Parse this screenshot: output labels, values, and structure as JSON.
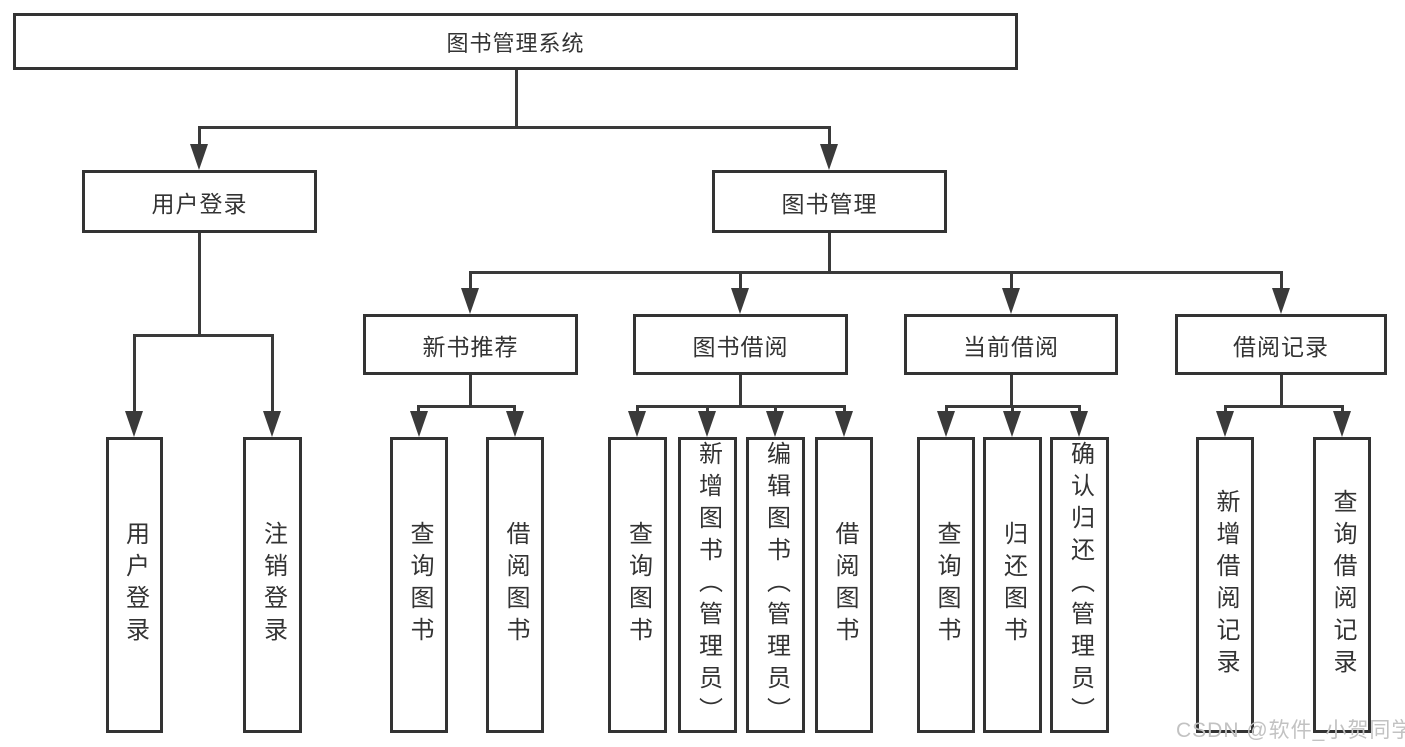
{
  "diagram": {
    "title": "图书管理系统",
    "type": "hierarchy-tree"
  },
  "nodes": {
    "root": "图书管理系统",
    "user_login": "用户登录",
    "book_mgmt": "图书管理",
    "new_books": "新书推荐",
    "book_borrow": "图书借阅",
    "current_borrow": "当前借阅",
    "borrow_records": "借阅记录",
    "leaves": {
      "user_login": [
        "用户登录",
        "注销登录"
      ],
      "new_books": [
        "查询图书",
        "借阅图书"
      ],
      "book_borrow": [
        "查询图书",
        "新增图书（管理员）",
        "编辑图书（管理员）",
        "借阅图书"
      ],
      "current_borrow": [
        "查询图书",
        "归还图书",
        "确认归还（管理员）"
      ],
      "borrow_records": [
        "新增借阅记录",
        "查询借阅记录"
      ]
    }
  },
  "watermark": "CSDN @软件_小贺同学",
  "colors": {
    "line": "#3a3a3a",
    "border": "#333333",
    "text": "#333333",
    "watermark": "#c2c2c2",
    "background": "#ffffff"
  }
}
